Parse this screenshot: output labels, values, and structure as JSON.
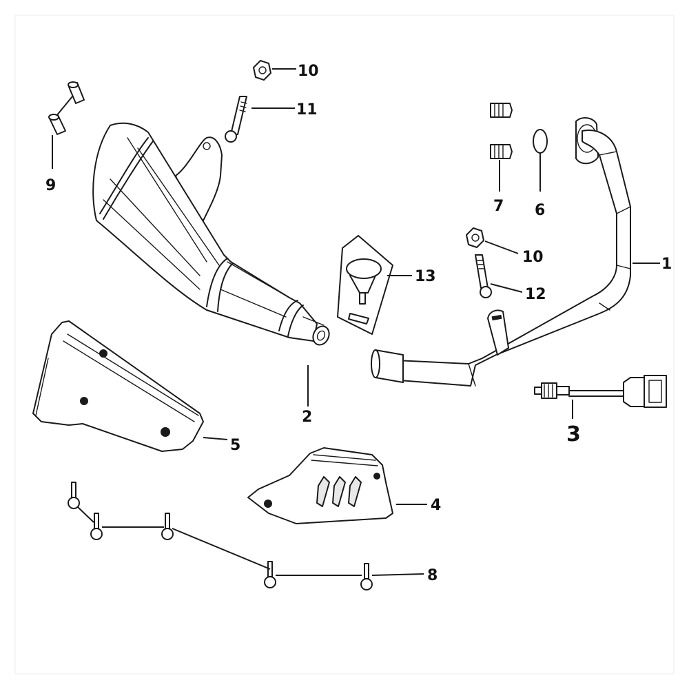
{
  "callouts": {
    "c1": "1",
    "c2": "2",
    "c3": "3",
    "c4": "4",
    "c5": "5",
    "c6": "6",
    "c7": "7",
    "c8": "8",
    "c9": "9",
    "c10a": "10",
    "c10b": "10",
    "c11": "11",
    "c12": "12",
    "c13": "13"
  }
}
